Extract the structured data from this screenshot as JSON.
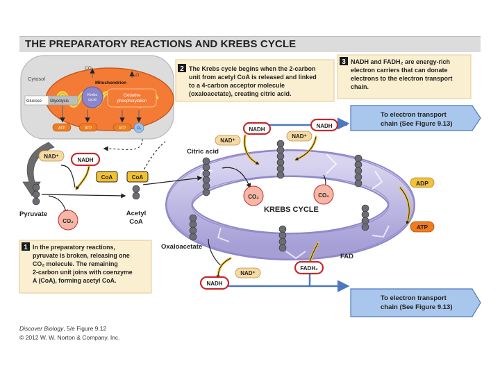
{
  "title": "THE PREPARATORY REACTIONS AND KREBS CYCLE",
  "inset": {
    "cytosol": "Cytosol",
    "co2": "CO₂",
    "h2o": "H₂O",
    "mitochondrion": "Mitochondrion",
    "krebs_line1": "Krebs",
    "krebs_line2": "cycle",
    "oxphos_line1": "Oxidative",
    "oxphos_line2": "phosphorylation",
    "glucose": "Glucose",
    "glycolysis": "Glycolysis",
    "atp": "ATP",
    "o2": "O₂"
  },
  "callouts": {
    "c1_num": "1",
    "c1_lines": [
      "In the preparatory reactions,",
      "pyruvate is broken, releasing one",
      "CO₂ molecule. The remaining",
      "2-carbon unit joins with coenzyme",
      "A (CoA), forming acetyl CoA."
    ],
    "c2_num": "2",
    "c2_lines": [
      "The Krebs cycle begins when the 2-carbon",
      "unit from acetyl CoA is released and linked",
      "to a 4-carbon acceptor molecule",
      "(oxaloacetate), creating citric acid."
    ],
    "c3_num": "3",
    "c3_lines": [
      "NADH and FADH₂ are energy-rich",
      "electron carriers that can donate",
      "electrons to the electron transport",
      "chain."
    ]
  },
  "labels": {
    "nad_plus": "NAD⁺",
    "nadh": "NADH",
    "coa": "CoA",
    "pyruvate": "Pyruvate",
    "co2": "CO₂",
    "acetyl_line1": "Acetyl",
    "acetyl_line2": "CoA",
    "citric_acid": "Citric acid",
    "krebs_cycle": "KREBS CYCLE",
    "oxaloacetate": "Oxaloacetate",
    "adp": "ADP",
    "atp": "ATP",
    "fad": "FAD",
    "fadh2": "FADH₂",
    "to_etc_line1": "To electron transport",
    "to_etc_line2": "chain (See Figure 9.13)"
  },
  "credit": {
    "line1_italic": "Discover Biology",
    "line1_rest": ", 5/e  Figure 9.12",
    "line2": "© 2012 W. W. Norton & Company, Inc."
  },
  "colors": {
    "callout_bg": "#fbefd2",
    "callout_border": "#e3c98e",
    "nadh_border": "#c7282c",
    "nad_bg": "#f6d9a3",
    "coa_bg": "#f1c232",
    "atp_bg": "#f07c20",
    "adp_bg": "#f3c140",
    "ring": "#b9b3e0",
    "etc_arrow": "#9cc0e8",
    "mito_fill": "#f47b36"
  }
}
